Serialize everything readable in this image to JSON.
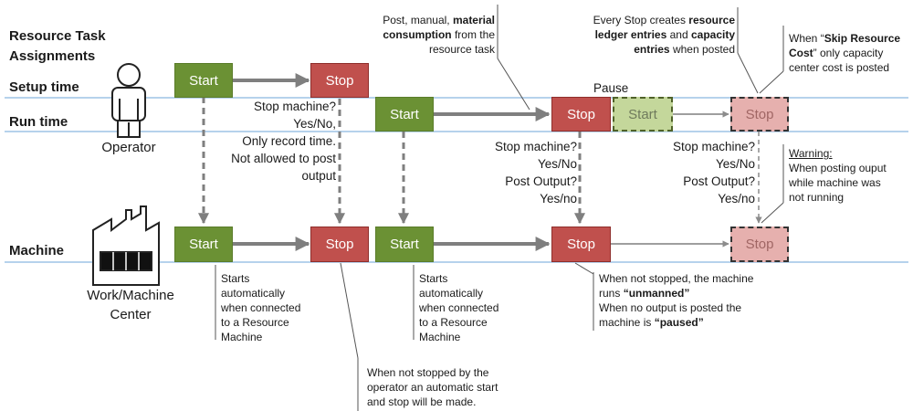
{
  "title": {
    "line1": "Resource Task",
    "line2": "Assignments"
  },
  "rows": {
    "setup": "Setup time",
    "run": "Run time",
    "machine": "Machine"
  },
  "actors": {
    "operator": "Operator",
    "work_center_line1": "Work/Machine",
    "work_center_line2": "Center"
  },
  "boxes": {
    "start": "Start",
    "stop": "Stop"
  },
  "pause_label": "Pause",
  "question_stop1": [
    "Stop machine?",
    "Yes/No,",
    "Only record time.",
    "Not allowed to post",
    "output"
  ],
  "question_stop2": [
    "Stop machine?",
    "Yes/No",
    "Post Output?",
    "Yes/no"
  ],
  "question_stop3": [
    "Stop machine?",
    "Yes/No",
    "Post Output?",
    "Yes/no"
  ],
  "note_post": {
    "line1_pre": "Post, manual, ",
    "line1_bold": "material",
    "line2_bold": "consumption",
    "line2_post": " from the",
    "line3": "resource task"
  },
  "note_every": {
    "line1_pre": "Every Stop creates ",
    "line1_bold": "resource",
    "line2_bold1": "ledger entries",
    "line2_mid": " and ",
    "line2_bold2": "capacity",
    "line3_bold": "entries",
    "line3_post": " when posted"
  },
  "note_skip": {
    "line1_pre": "When “",
    "line1_bold": "Skip Resource",
    "line2_bold": "Cost",
    "line2_post": "” only capacity",
    "line3": "center cost is posted"
  },
  "note_warning": {
    "title": "Warning:",
    "line1": "When posting ouput",
    "line2": "while machine was",
    "line3": "not running"
  },
  "note_starts": [
    "Starts",
    "automatically",
    "when connected",
    "to a Resource",
    "Machine"
  ],
  "note_unmanned": {
    "line1": "When not stopped, the machine",
    "line2_pre": "runs ",
    "line2_bold": "“unmanned”",
    "line3": "When no output is posted the",
    "line4_pre": "machine is ",
    "line4_bold": "“paused”"
  },
  "note_auto": [
    "When not stopped by the",
    "operator an automatic start",
    "and stop will be made."
  ],
  "colors": {
    "start_green": "#6b9134",
    "stop_red": "#c0504d",
    "timeline_blue": "#9dc3e6",
    "arrow_grey": "#7f7f7f"
  }
}
